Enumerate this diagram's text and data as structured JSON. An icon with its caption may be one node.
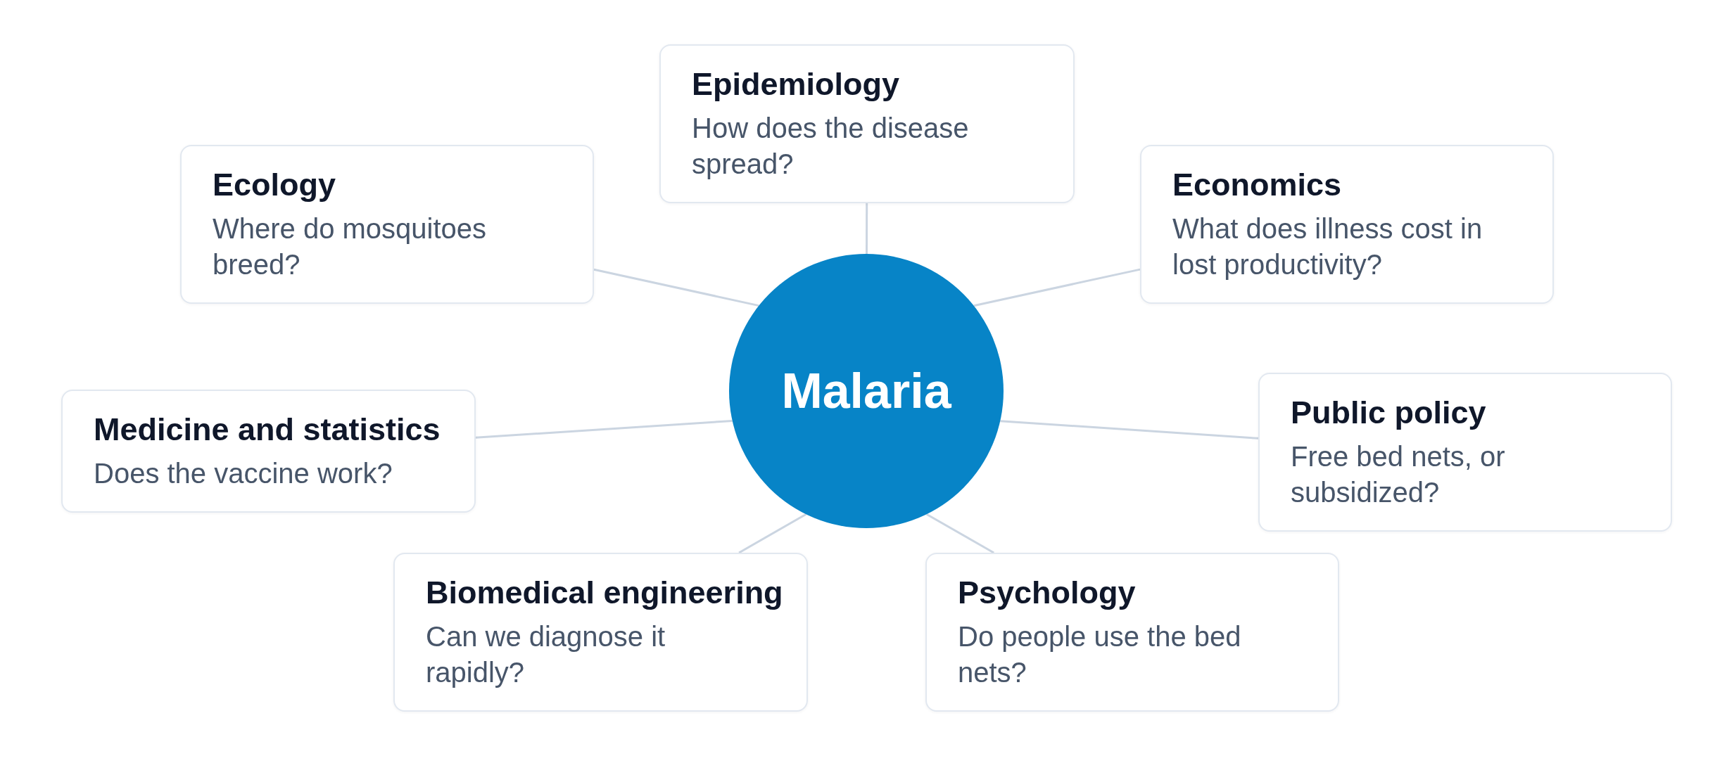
{
  "diagram": {
    "nodes": [
      {
        "text": [
          "Malaria"
        ]
      },
      {
        "text": [
          "Epidemiology",
          "How does the disease spread?"
        ]
      },
      {
        "text": [
          "Ecology",
          "Where do mosquitoes breed?"
        ]
      },
      {
        "text": [
          "Economics",
          "What does illness cost in lost productivity?"
        ]
      },
      {
        "text": [
          "Medicine and statistics",
          "Does the vaccine work?"
        ]
      },
      {
        "text": [
          "Public policy",
          "Free bed nets, or subsidized?"
        ]
      },
      {
        "text": [
          "Biomedical engineering",
          "Can we diagnose it rapidly?"
        ]
      },
      {
        "text": [
          "Psychology",
          "Do people use the bed nets?"
        ]
      }
    ],
    "edges": [
      {
        "from": 0,
        "to": 1,
        "arrow": "none"
      },
      {
        "from": 0,
        "to": 2,
        "arrow": "none"
      },
      {
        "from": 0,
        "to": 3,
        "arrow": "none"
      },
      {
        "from": 0,
        "to": 4,
        "arrow": "none"
      },
      {
        "from": 0,
        "to": 5,
        "arrow": "none"
      },
      {
        "from": 0,
        "to": 6,
        "arrow": "none"
      },
      {
        "from": 0,
        "to": 7,
        "arrow": "none"
      }
    ]
  }
}
